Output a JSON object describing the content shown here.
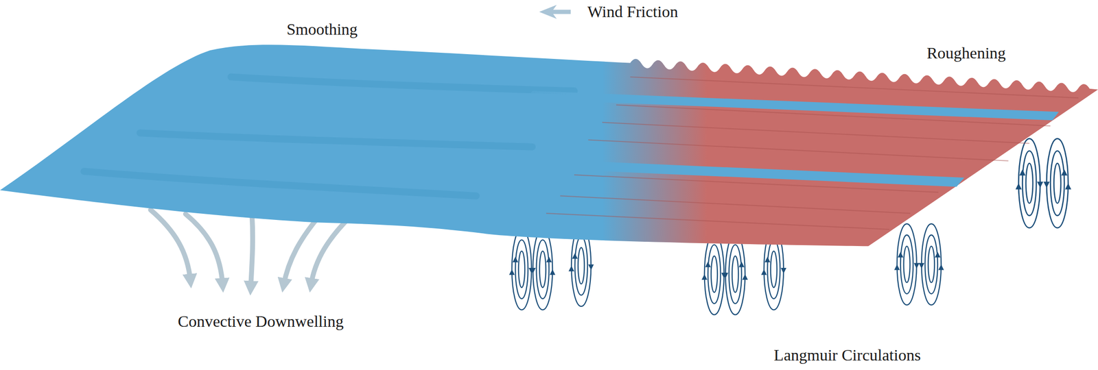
{
  "diagram": {
    "labels": [
      "Smoothing",
      "Wind Friction",
      "Roughening",
      "Convective Downwelling",
      "Langmuir Circulations"
    ]
  }
}
